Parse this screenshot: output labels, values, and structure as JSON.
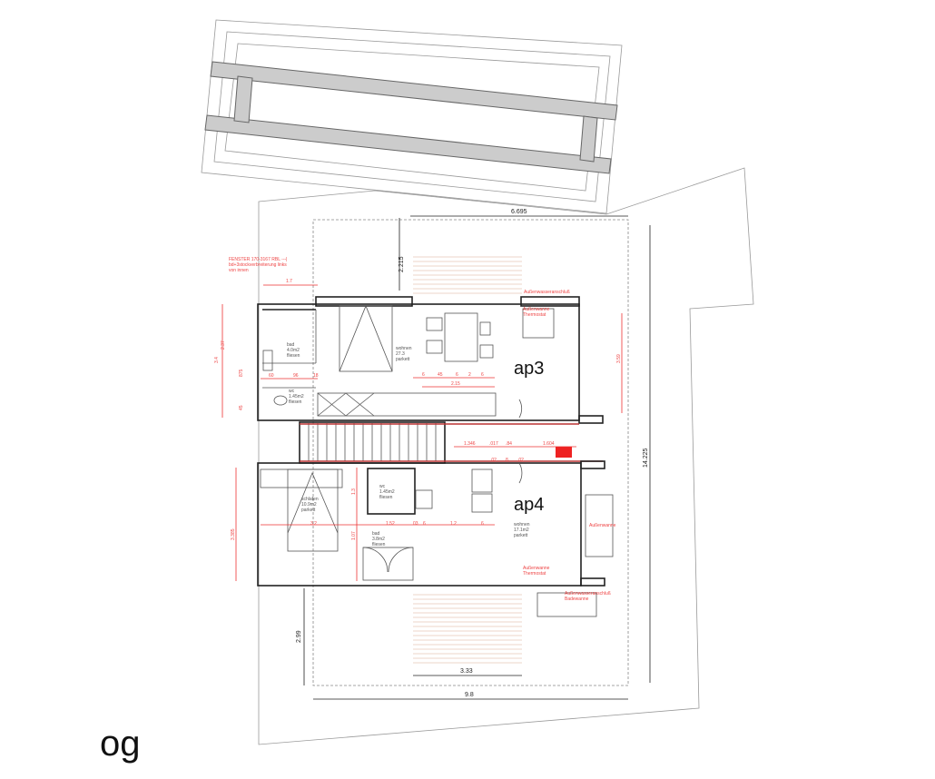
{
  "title": "og",
  "apartments": {
    "ap3": {
      "label": "ap3",
      "rooms": {
        "bad": [
          "bad",
          "4.0m2",
          "fliesen"
        ],
        "wc": [
          "wc",
          "1.45m2",
          "fliesen"
        ],
        "wohnen": [
          "wohnen",
          "27.3",
          "parkett"
        ]
      }
    },
    "ap4": {
      "label": "ap4",
      "rooms": {
        "schlafen": [
          "schlafen",
          "10.9m2",
          "parkett"
        ],
        "wc": [
          "wc",
          "1.45m2",
          "fliesen"
        ],
        "bad": [
          "bad",
          "3.8m2",
          "fliesen"
        ],
        "wohnen": [
          "wohnen",
          "17.1m2",
          "parkett"
        ]
      }
    }
  },
  "notes": {
    "window_1": "FENSTER 170-3167 RBL  ---|",
    "window_2": "bd+3stockverbreiterung links",
    "window_3": "von innen",
    "water_top": "Außenwasseranschluß",
    "tub_top_1": "Außenwanne",
    "tub_top_2": "Thermostat",
    "tub_right": "Außenwanne",
    "tub_bottom_1": "Außenwanne",
    "tub_bottom_2": "Thermostat",
    "water_bottom_1": "Außenwasseranschluß",
    "water_bottom_2": "Badewanne"
  },
  "dimensions": {
    "top_width": "6.695",
    "top_offset": "2.215",
    "window_width": "1.7",
    "overall_height": "14.225",
    "right_height": "3.59",
    "kitchen": "2.15",
    "kitchen_parts": [
      "6",
      "45",
      "6",
      "2",
      "6"
    ],
    "bath_parts": [
      "60",
      "96",
      "18"
    ],
    "left_vert": [
      "3.4",
      "2.37",
      "875",
      "45"
    ],
    "corridor": [
      "1.346",
      ".017",
      ".84",
      "1.604"
    ],
    "door": [
      ".02",
      "8",
      ".02"
    ],
    "ap4_left": "3.385",
    "ap4_sleep": "3.2",
    "ap4_bath": "1.52",
    "ap4_mid": [
      "03",
      "6",
      "1.2",
      "6"
    ],
    "ap4_vert": [
      "1.3",
      "1.07"
    ],
    "bottom_deck": "3.33",
    "bottom_total": "9.8",
    "bottom_offset": "2.99"
  }
}
